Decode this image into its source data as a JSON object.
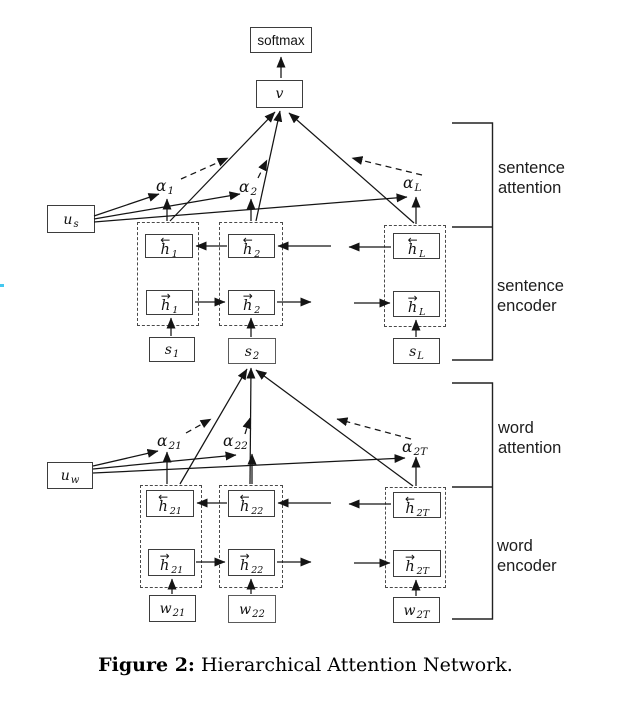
{
  "diagram": {
    "softmax_label": "softmax",
    "v_label": "v",
    "colors": {
      "line": "#141414",
      "box_border": "#3d3d3d",
      "background": "#ffffff",
      "margin_tick": "#44c8f0"
    },
    "sentence": {
      "context": {
        "base": "u",
        "sub": "s"
      },
      "alphas": [
        {
          "base": "α",
          "sub": "1"
        },
        {
          "base": "α",
          "sub": "2"
        },
        {
          "base": "α",
          "sub": "L"
        }
      ],
      "columns": [
        {
          "back": {
            "arrow": "←",
            "base": "h",
            "sub": "1"
          },
          "fwd": {
            "arrow": "→",
            "base": "h",
            "sub": "1"
          },
          "input": {
            "base": "s",
            "sub": "1"
          }
        },
        {
          "back": {
            "arrow": "←",
            "base": "h",
            "sub": "2"
          },
          "fwd": {
            "arrow": "→",
            "base": "h",
            "sub": "2"
          },
          "input": {
            "base": "s",
            "sub": "2"
          }
        },
        {
          "back": {
            "arrow": "←",
            "base": "h",
            "sub": "L"
          },
          "fwd": {
            "arrow": "→",
            "base": "h",
            "sub": "L"
          },
          "input": {
            "base": "s",
            "sub": "L"
          }
        }
      ],
      "sections": [
        {
          "line1": "sentence",
          "line2": "attention"
        },
        {
          "line1": "sentence",
          "line2": "encoder"
        }
      ]
    },
    "word": {
      "context": {
        "base": "u",
        "sub": "w"
      },
      "alphas": [
        {
          "base": "α",
          "sub": "21"
        },
        {
          "base": "α",
          "sub": "22"
        },
        {
          "base": "α",
          "sub": "2T"
        }
      ],
      "columns": [
        {
          "back": {
            "arrow": "←",
            "base": "h",
            "sub": "21"
          },
          "fwd": {
            "arrow": "→",
            "base": "h",
            "sub": "21"
          },
          "input": {
            "base": "w",
            "sub": "21"
          }
        },
        {
          "back": {
            "arrow": "←",
            "base": "h",
            "sub": "22"
          },
          "fwd": {
            "arrow": "→",
            "base": "h",
            "sub": "22"
          },
          "input": {
            "base": "w",
            "sub": "22"
          }
        },
        {
          "back": {
            "arrow": "←",
            "base": "h",
            "sub": "2T"
          },
          "fwd": {
            "arrow": "→",
            "base": "h",
            "sub": "2T"
          },
          "input": {
            "base": "w",
            "sub": "2T"
          }
        }
      ],
      "sections": [
        {
          "line1": "word",
          "line2": "attention"
        },
        {
          "line1": "word",
          "line2": "encoder"
        }
      ]
    },
    "caption": {
      "prefix": "Figure 2:",
      "text": " Hierarchical Attention Network."
    }
  }
}
